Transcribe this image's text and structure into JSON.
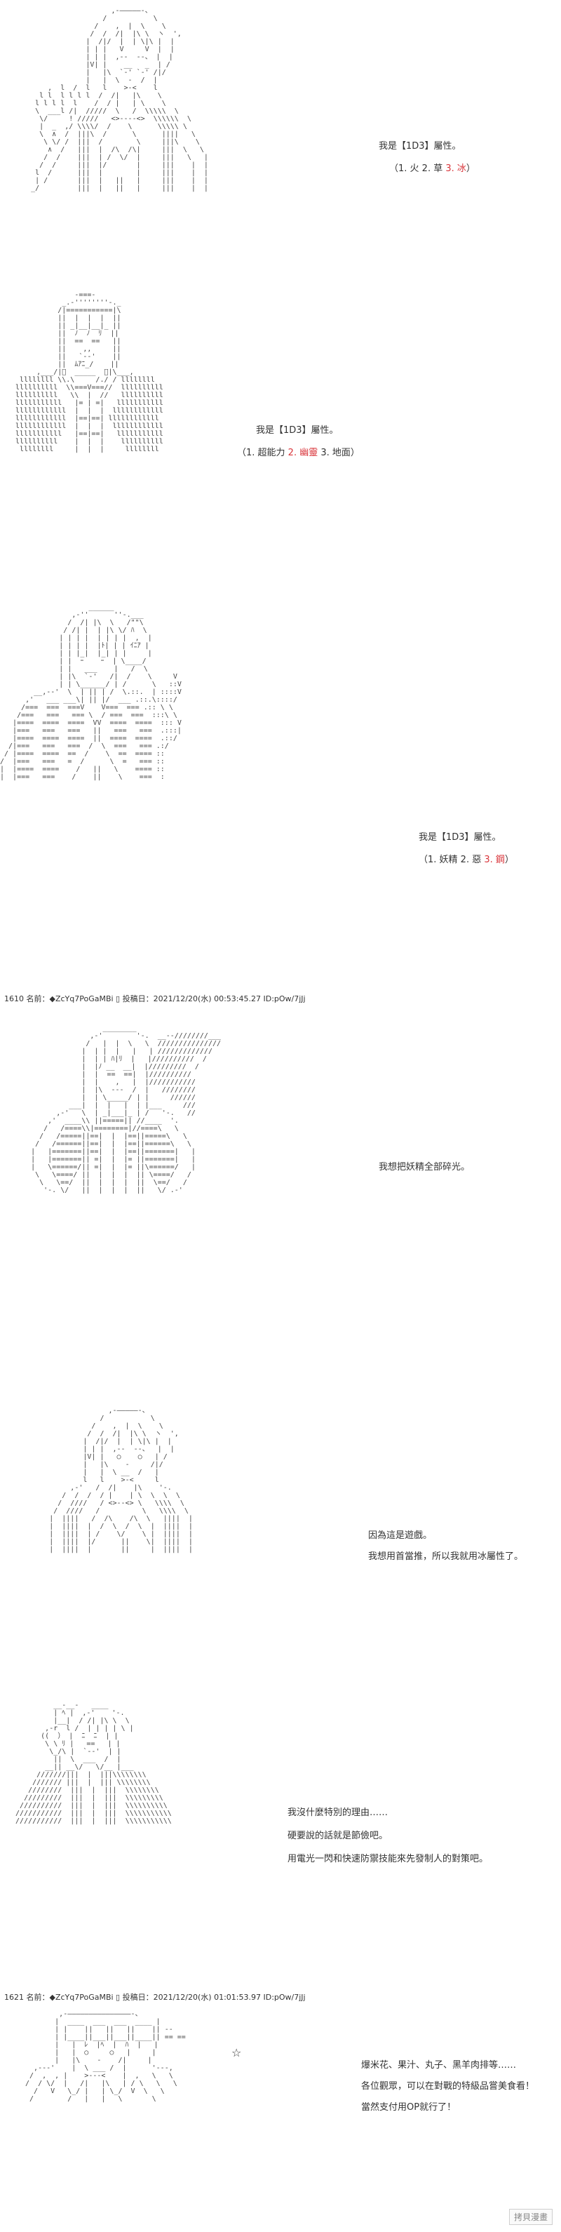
{
  "panel1": {
    "line1": "我是【1D3】屬性。",
    "line2_pre": "（1. 火 2. 草 ",
    "line2_hl": "3. 冰",
    "line2_post": "）"
  },
  "panel2": {
    "line1": "我是【1D3】屬性。",
    "line2_pre": "（1. 超能力 ",
    "line2_hl": "2. 幽靈",
    "line2_post": " 3. 地面）"
  },
  "panel3": {
    "line1": "我是【1D3】屬性。",
    "line2_pre": "（1. 妖精 2. 惡 ",
    "line2_hl": "3. 鋼",
    "line2_post": "）"
  },
  "post1": {
    "header": "1610 名前：◆ZcYq7PoGaMBi ▯ 投稿日：2021/12/20(水) 00:53:45.27 ID:pOw/7jJj"
  },
  "panel4": {
    "line1": "我想把妖精全部碎光。"
  },
  "panel5": {
    "line1": "因為這是遊戲。",
    "line2": "我想用首當推，所以我就用冰屬性了。"
  },
  "panel6": {
    "line1": "我沒什麼特別的理由……",
    "line2": "硬要說的話就是節儉吧。",
    "line3": "用電光一閃和快速防禦技能來先發制人的對策吧。"
  },
  "post2": {
    "header": "1621 名前：◆ZcYq7PoGaMBi ▯ 投稿日：2021/12/20(水) 01:01:53.97 ID:pOw/7jJj"
  },
  "panel7": {
    "line1": "爆米花、果汁、丸子、黑羊肉排等……",
    "line2": "各位觀眾，可以在對戰的特級品嘗美食看！",
    "line3": "當然支付用OP就行了！",
    "star": "☆"
  },
  "watermark": "拷貝漫畫"
}
